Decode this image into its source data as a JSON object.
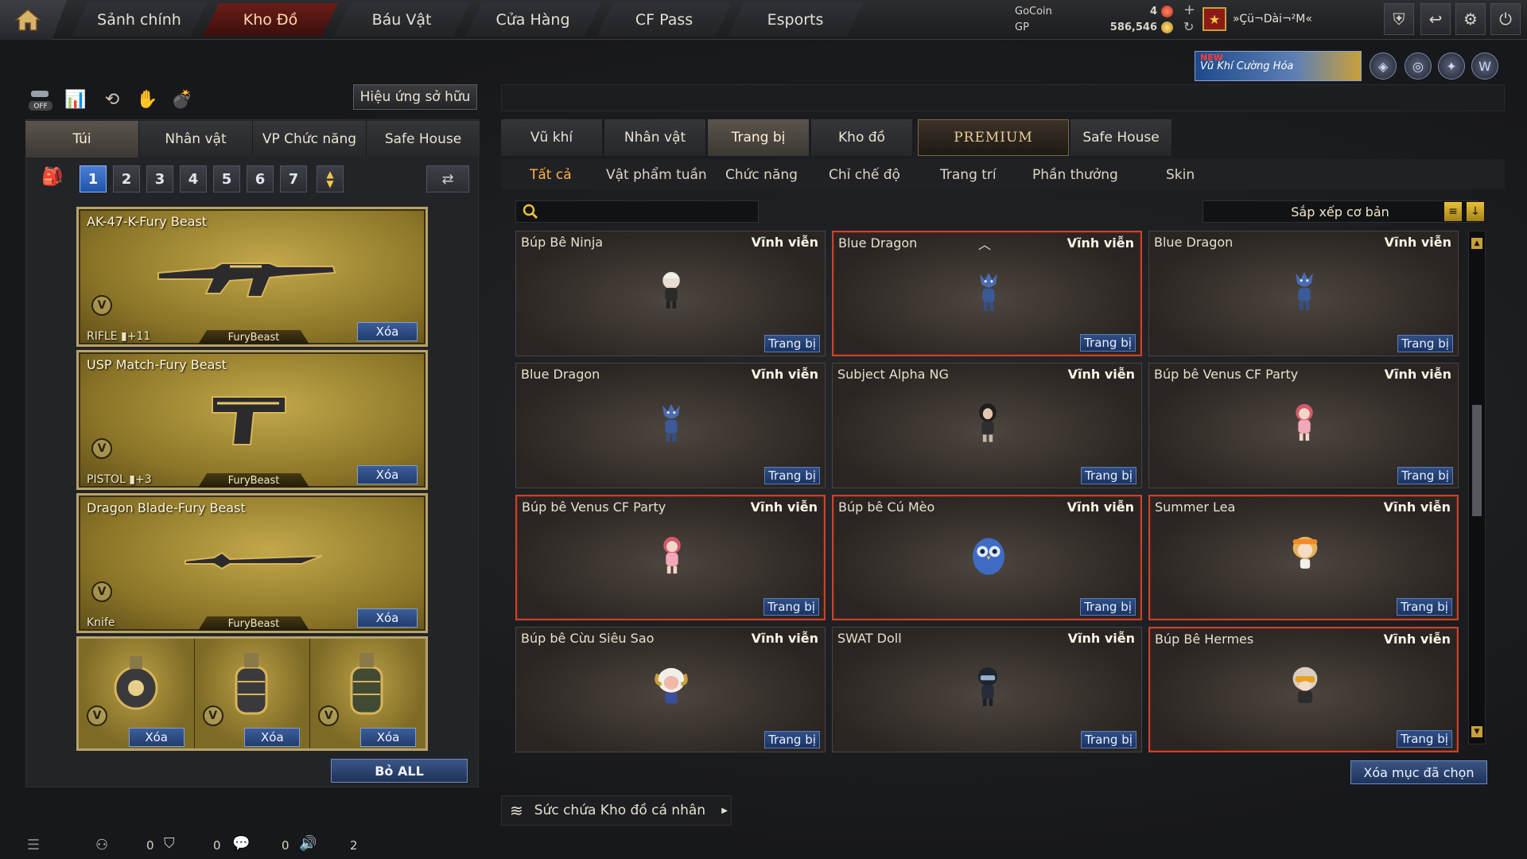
{
  "nav": {
    "tabs": [
      "Sảnh chính",
      "Kho Đồ",
      "Báu Vật",
      "Cửa Hàng",
      "CF Pass",
      "Esports"
    ],
    "active_tab": "Kho Đồ"
  },
  "currency": {
    "gocoin_label": "GoCoin",
    "gocoin_value": "4",
    "gp_label": "GP",
    "gp_value": "586,546"
  },
  "player": {
    "name": "»Çü¬Dài¬²M«"
  },
  "banner": {
    "new_label": "NEW",
    "text": "Vũ Khí Cường Hóa"
  },
  "left": {
    "effects_button": "Hiệu ứng sở hữu",
    "tabs": [
      "Túi",
      "Nhân vật",
      "VP Chức năng",
      "Safe House"
    ],
    "active_tab": "Túi",
    "slots": [
      "1",
      "2",
      "3",
      "4",
      "5",
      "6",
      "7"
    ],
    "active_slot": "1",
    "weapons": [
      {
        "name": "AK-47-K-Fury Beast",
        "type": "RIFLE",
        "bonus": "+11",
        "brand": "FuryBeast",
        "delete": "Xóa"
      },
      {
        "name": "USP Match-Fury Beast",
        "type": "PISTOL",
        "bonus": "+3",
        "brand": "FuryBeast",
        "delete": "Xóa"
      },
      {
        "name": "Dragon Blade-Fury Beast",
        "type": "Knife",
        "bonus": "",
        "brand": "FuryBeast",
        "delete": "Xóa"
      }
    ],
    "grenades": [
      {
        "delete": "Xóa"
      },
      {
        "delete": "Xóa"
      },
      {
        "delete": "Xóa"
      }
    ],
    "remove_all": "Bỏ ALL"
  },
  "right": {
    "tabs": [
      "Vũ khí",
      "Nhân vật",
      "Trang bị",
      "Kho đồ",
      "PREMIUM",
      "Safe House"
    ],
    "active_tab": "Trang bị",
    "subtabs": [
      "Tất cả",
      "Vật phẩm tuần",
      "Chức năng",
      "Chỉ chế độ",
      "Trang trí",
      "Phần thưởng",
      "Skin"
    ],
    "active_subtab": "Tất cả",
    "search_placeholder": "",
    "sort_label": "Sắp xếp cơ bản",
    "items": [
      {
        "name": "Búp Bê Ninja",
        "duration": "Vĩnh viễn",
        "equip": "Trang bị",
        "selected": false,
        "doll": "ninja"
      },
      {
        "name": "Blue Dragon",
        "duration": "Vĩnh viễn",
        "equip": "Trang bị",
        "selected": true,
        "doll": "dragon"
      },
      {
        "name": "Blue Dragon",
        "duration": "Vĩnh viễn",
        "equip": "Trang bị",
        "selected": false,
        "doll": "dragon"
      },
      {
        "name": "Blue Dragon",
        "duration": "Vĩnh viễn",
        "equip": "Trang bị",
        "selected": false,
        "doll": "dragon"
      },
      {
        "name": "Subject Alpha NG",
        "duration": "Vĩnh viễn",
        "equip": "Trang bị",
        "selected": false,
        "doll": "alpha"
      },
      {
        "name": "Búp bê Venus CF Party",
        "duration": "Vĩnh viễn",
        "equip": "Trang bị",
        "selected": false,
        "doll": "venus"
      },
      {
        "name": "Búp bê Venus CF Party",
        "duration": "Vĩnh viễn",
        "equip": "Trang bị",
        "selected": true,
        "doll": "venus"
      },
      {
        "name": "Búp bê Cú Mèo",
        "duration": "Vĩnh viễn",
        "equip": "Trang bị",
        "selected": true,
        "doll": "owl"
      },
      {
        "name": "Summer Lea",
        "duration": "Vĩnh viễn",
        "equip": "Trang bị",
        "selected": true,
        "doll": "lea"
      },
      {
        "name": "Búp bê Cừu Siêu Sao",
        "duration": "Vĩnh viễn",
        "equip": "Trang bị",
        "selected": false,
        "doll": "sheep"
      },
      {
        "name": "SWAT Doll",
        "duration": "Vĩnh viễn",
        "equip": "Trang bị",
        "selected": false,
        "doll": "swat"
      },
      {
        "name": "Búp Bê Hermes",
        "duration": "Vĩnh viễn",
        "equip": "Trang bị",
        "selected": true,
        "doll": "hermes"
      }
    ],
    "delete_selected": "Xóa mục đã chọn",
    "capacity_label": "Sức chứa Kho đồ cá nhân"
  },
  "status": {
    "a": "0",
    "b": "0",
    "c": "0",
    "d": "2"
  },
  "colors": {
    "accent_red": "#c4442e",
    "blue_button": "#2f4f87",
    "gold": "#c9a03a",
    "active_subtab": "#ffb347"
  }
}
